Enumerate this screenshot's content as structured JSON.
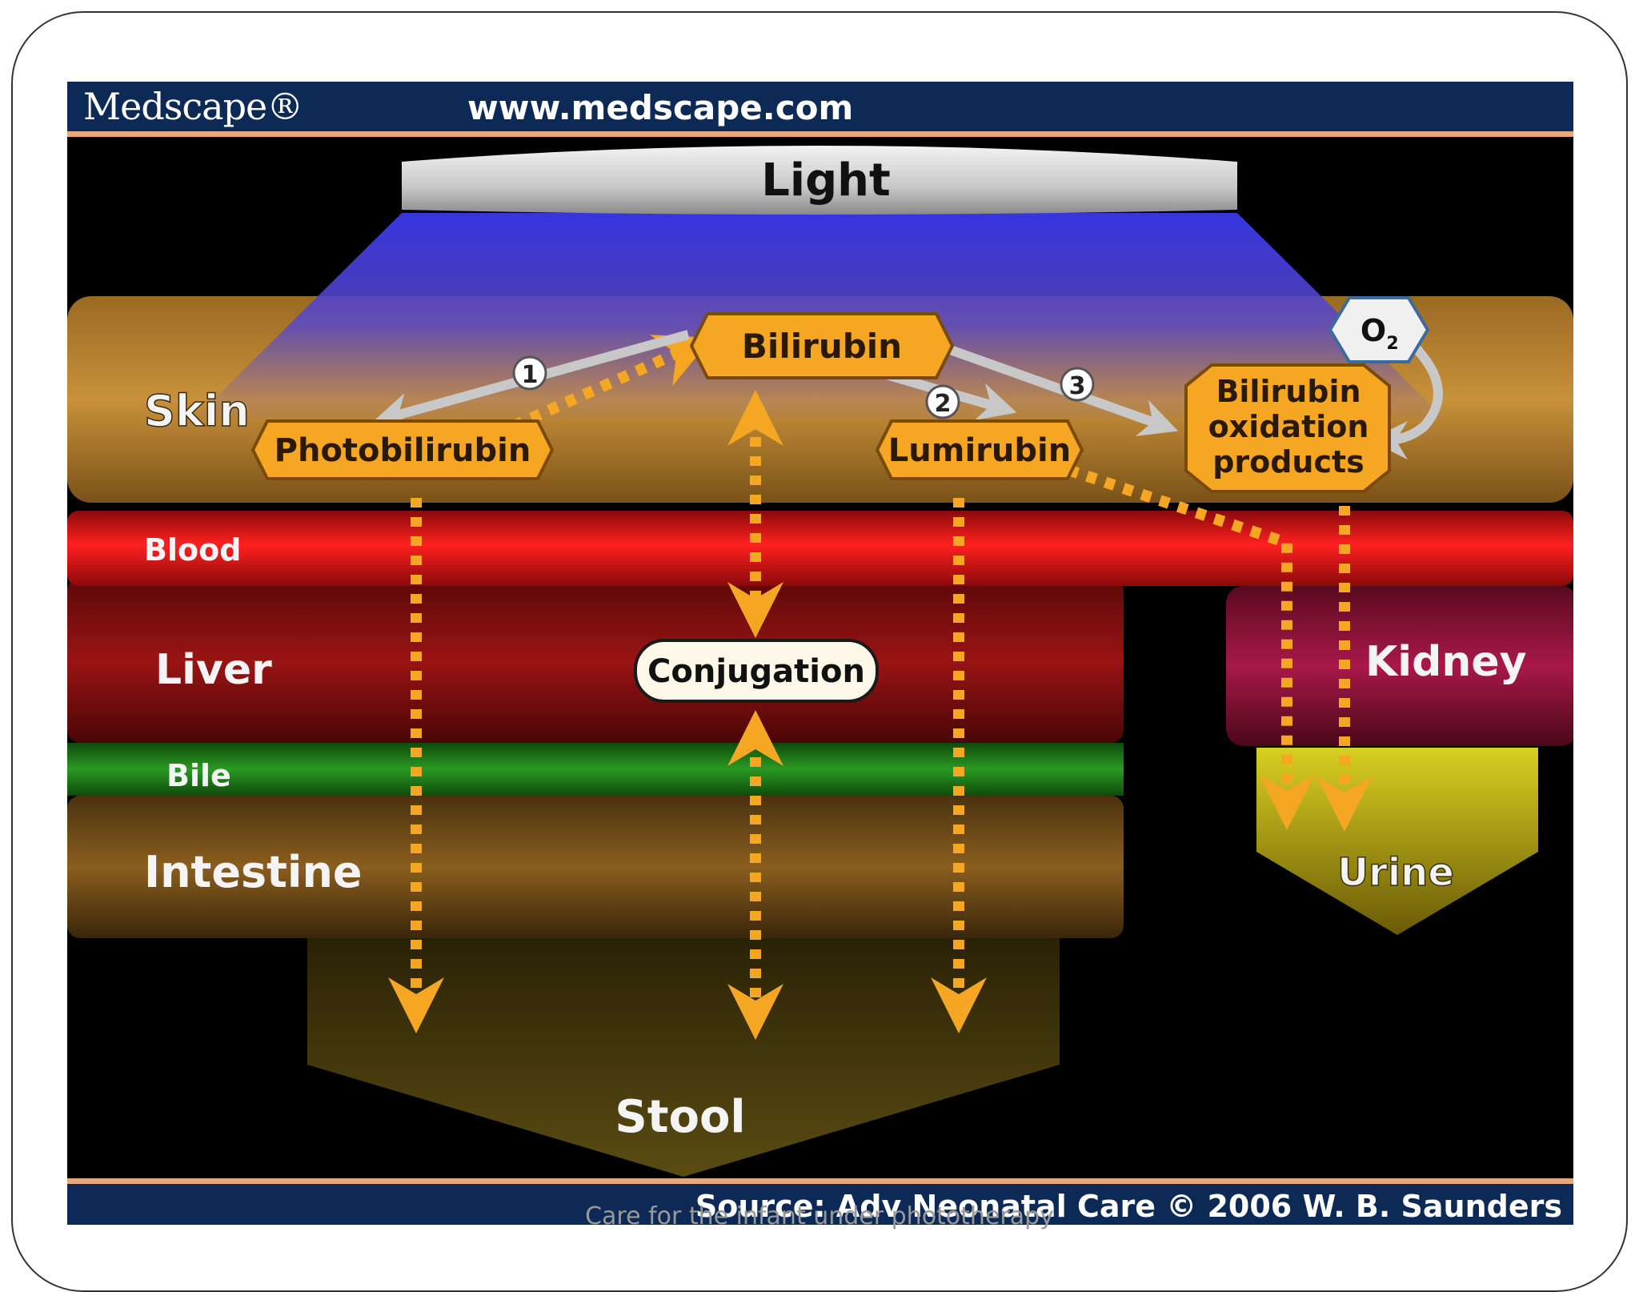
{
  "header": {
    "logo": "Medscape®",
    "url": "www.medscape.com"
  },
  "footer": {
    "source": "Source: Adv Neonatal Care © 2006 W. B. Saunders"
  },
  "slide": {
    "caption": "Care for the infant under phototherapy"
  },
  "diagram": {
    "light": "Light",
    "layers": {
      "skin": "Skin",
      "blood": "Blood",
      "liver": "Liver",
      "bile": "Bile",
      "intestine": "Intestine",
      "kidney": "Kidney"
    },
    "nodes": {
      "bilirubin": "Bilirubin",
      "photobilirubin": "Photobilirubin",
      "lumirubin": "Lumirubin",
      "oxidation_1": "Bilirubin",
      "oxidation_2": "oxidation",
      "oxidation_3": "products",
      "conjugation": "Conjugation",
      "oxygen": "O",
      "oxygen_sub": "2"
    },
    "pathways": {
      "p1": "1",
      "p2": "2",
      "p3": "3"
    },
    "outputs": {
      "stool": "Stool",
      "urine": "Urine"
    },
    "colors": {
      "skin": "#b07a2a",
      "blood": "#d3141a",
      "liver": "#7e0d0d",
      "bile": "#1f7a1a",
      "intestine": "#6b4a16",
      "kidney": "#8a1030",
      "node": "#f5a623",
      "light_beam": "#3a3ad8",
      "header": "#0d2a56"
    }
  }
}
